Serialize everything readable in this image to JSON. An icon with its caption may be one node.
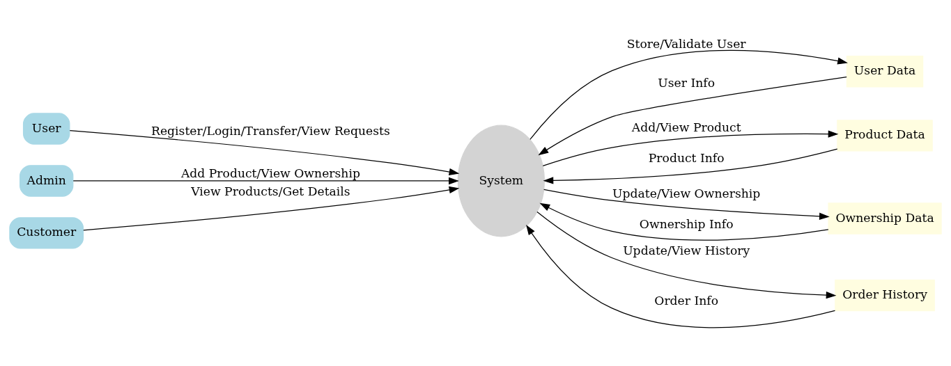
{
  "diagram": {
    "nodes": [
      {
        "text": [
          "User"
        ]
      },
      {
        "text": [
          "Admin"
        ]
      },
      {
        "text": [
          "Customer"
        ]
      },
      {
        "text": [
          "System"
        ]
      },
      {
        "text": [
          "User Data"
        ]
      },
      {
        "text": [
          "Product Data"
        ]
      },
      {
        "text": [
          "Ownership Data"
        ]
      },
      {
        "text": [
          "Order History"
        ]
      }
    ],
    "edges": [
      {
        "from": 0,
        "to": 3,
        "arrow": "to",
        "label": "Register/Login/Transfer/View Requests"
      },
      {
        "from": 1,
        "to": 3,
        "arrow": "to",
        "label": "Add Product/View Ownership"
      },
      {
        "from": 2,
        "to": 3,
        "arrow": "to",
        "label": "View Products/Get Details"
      },
      {
        "from": 3,
        "to": 4,
        "arrow": "to",
        "label": "Store/Validate User"
      },
      {
        "from": 4,
        "to": 3,
        "arrow": "to",
        "label": "User Info"
      },
      {
        "from": 3,
        "to": 5,
        "arrow": "to",
        "label": "Add/View Product"
      },
      {
        "from": 5,
        "to": 3,
        "arrow": "to",
        "label": "Product Info"
      },
      {
        "from": 3,
        "to": 6,
        "arrow": "to",
        "label": "Update/View Ownership"
      },
      {
        "from": 6,
        "to": 3,
        "arrow": "to",
        "label": "Ownership Info"
      },
      {
        "from": 3,
        "to": 7,
        "arrow": "to",
        "label": "Update/View History"
      },
      {
        "from": 7,
        "to": 3,
        "arrow": "to",
        "label": "Order Info"
      }
    ]
  }
}
